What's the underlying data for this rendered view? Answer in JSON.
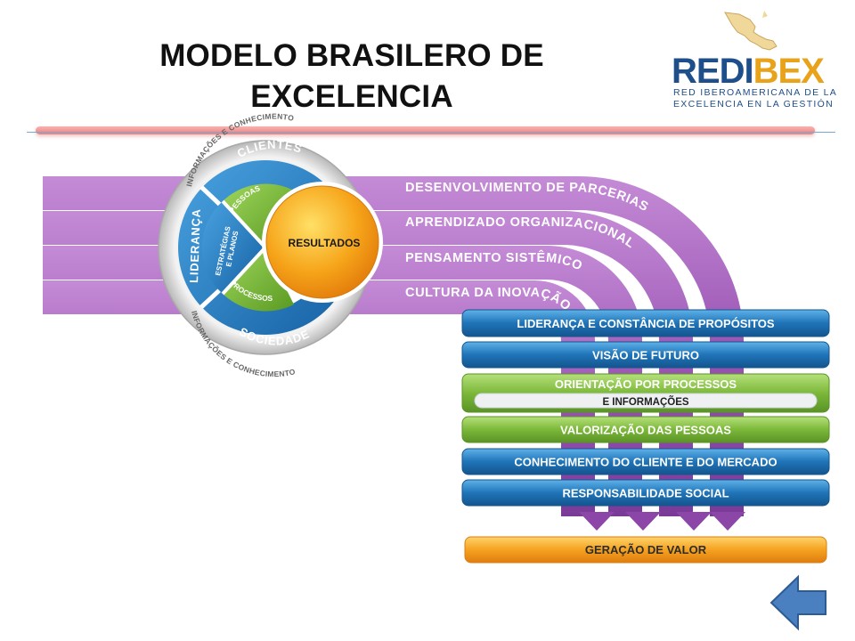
{
  "slide": {
    "title_line1": "MODELO BRASILERO DE",
    "title_line2": "EXCELENCIA"
  },
  "logo": {
    "wordmark_left": "REDI",
    "wordmark_mid": "B",
    "wordmark_right": "EX",
    "line1": "RED IBEROAMERICANA DE LA",
    "line2": "EXCELENCIA EN LA GESTIÓN"
  },
  "wheel": {
    "outer_top": "INFORMAÇÕES E CONHECIMENTO",
    "outer_bottom": "INFORMAÇÕES E CONHECIMENTO",
    "clientes": "CLIENTES",
    "lideranca": "LIDERANÇA",
    "sociedade": "SOCIEDADE",
    "estrategias_1": "ESTRATÉGIAS",
    "estrategias_2": "E PLANOS",
    "pessoas": "PESSOAS",
    "processos": "PROCESSOS",
    "resultados": "RESULTADOS"
  },
  "arcs": [
    "DESENVOLVIMENTO DE PARCERIAS",
    "APRENDIZADO ORGANIZACIONAL",
    "PENSAMENTO SISTÊMICO",
    "CULTURA DA INOVAÇÃO"
  ],
  "fundamentals": [
    {
      "label": "LIDERANÇA E CONSTÂNCIA DE PROPÓSITOS",
      "color": "blue"
    },
    {
      "label": "VISÃO DE FUTURO",
      "color": "blue"
    },
    {
      "label": "ORIENTAÇÃO POR PROCESSOS",
      "sub": "E INFORMAÇÕES",
      "color": "green"
    },
    {
      "label": "VALORIZAÇÃO DAS PESSOAS",
      "color": "green"
    },
    {
      "label": "CONHECIMENTO DO CLIENTE E DO MERCADO",
      "color": "blue"
    },
    {
      "label": "RESPONSABILIDADE SOCIAL",
      "color": "blue"
    }
  ],
  "result_bar": "GERAÇÃO DE VALOR",
  "nav": {
    "back_icon": "left-arrow-icon"
  },
  "colors": {
    "purple": "#9a55b3",
    "blue": "#1f74b8",
    "green": "#7cb83a",
    "orange": "#f09a1a",
    "navy": "#1f4f8a"
  }
}
